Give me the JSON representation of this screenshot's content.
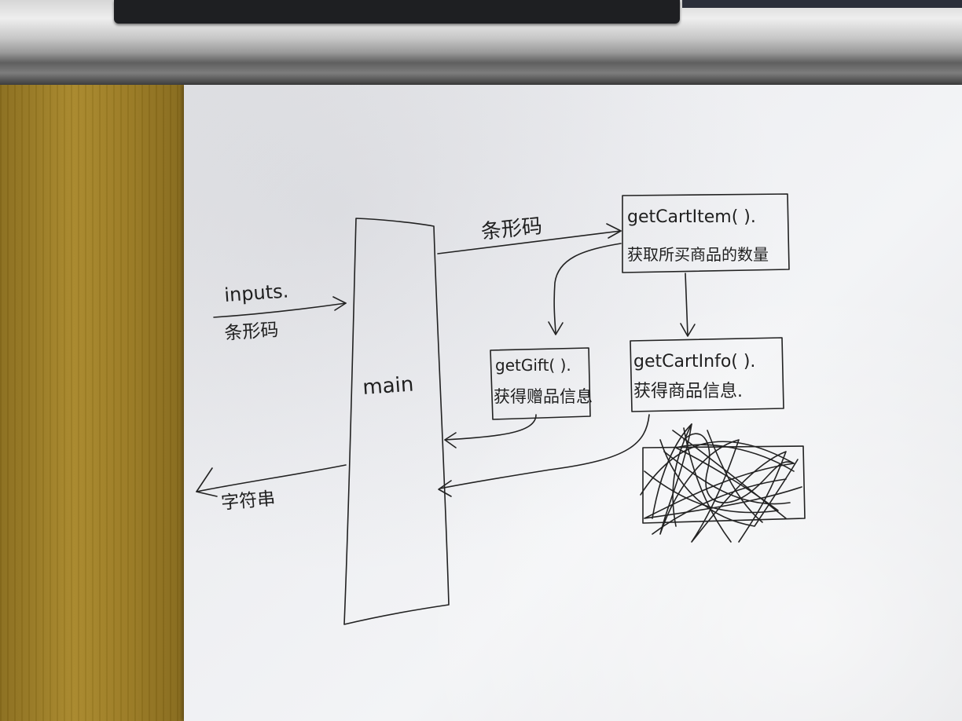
{
  "diagram": {
    "main_block": {
      "label": "main"
    },
    "inputs": {
      "name": "inputs.",
      "desc": "条形码"
    },
    "output": {
      "desc": "字符串"
    },
    "edge_barcode": {
      "label": "条形码"
    },
    "box_cart_items": {
      "func": "getCartItem( ).",
      "desc": "获取所买商品的数量"
    },
    "box_gift": {
      "func": "getGift( ).",
      "desc": "获得赠品信息"
    },
    "box_cart_info": {
      "func": "getCartInfo( ).",
      "desc": "获得商品信息."
    },
    "scribble_box": {
      "state": "crossed out"
    }
  },
  "colors": {
    "ink": "#222222",
    "paper": "#eeeff2",
    "wood": "#a8872a"
  }
}
